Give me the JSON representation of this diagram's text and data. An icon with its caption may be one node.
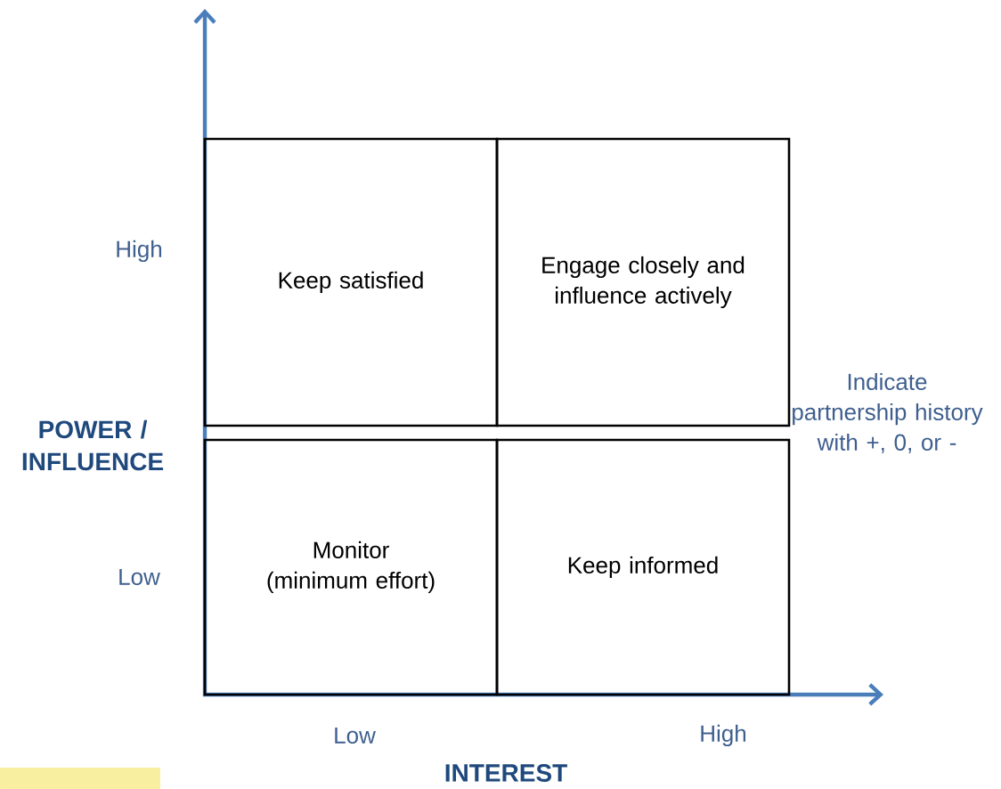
{
  "diagram": {
    "nodes": [
      {
        "text": [
          "Keep satisfied"
        ]
      },
      {
        "text": [
          "Engage closely and influence actively"
        ]
      },
      {
        "text": [
          "Monitor (minimum effort)"
        ]
      },
      {
        "text": [
          "Keep informed"
        ]
      }
    ],
    "labels": [
      "High",
      "POWER / INFLUENCE",
      "Low",
      "Indicate partnership history with +, 0, or -",
      "Low",
      "High",
      "INTEREST"
    ]
  }
}
